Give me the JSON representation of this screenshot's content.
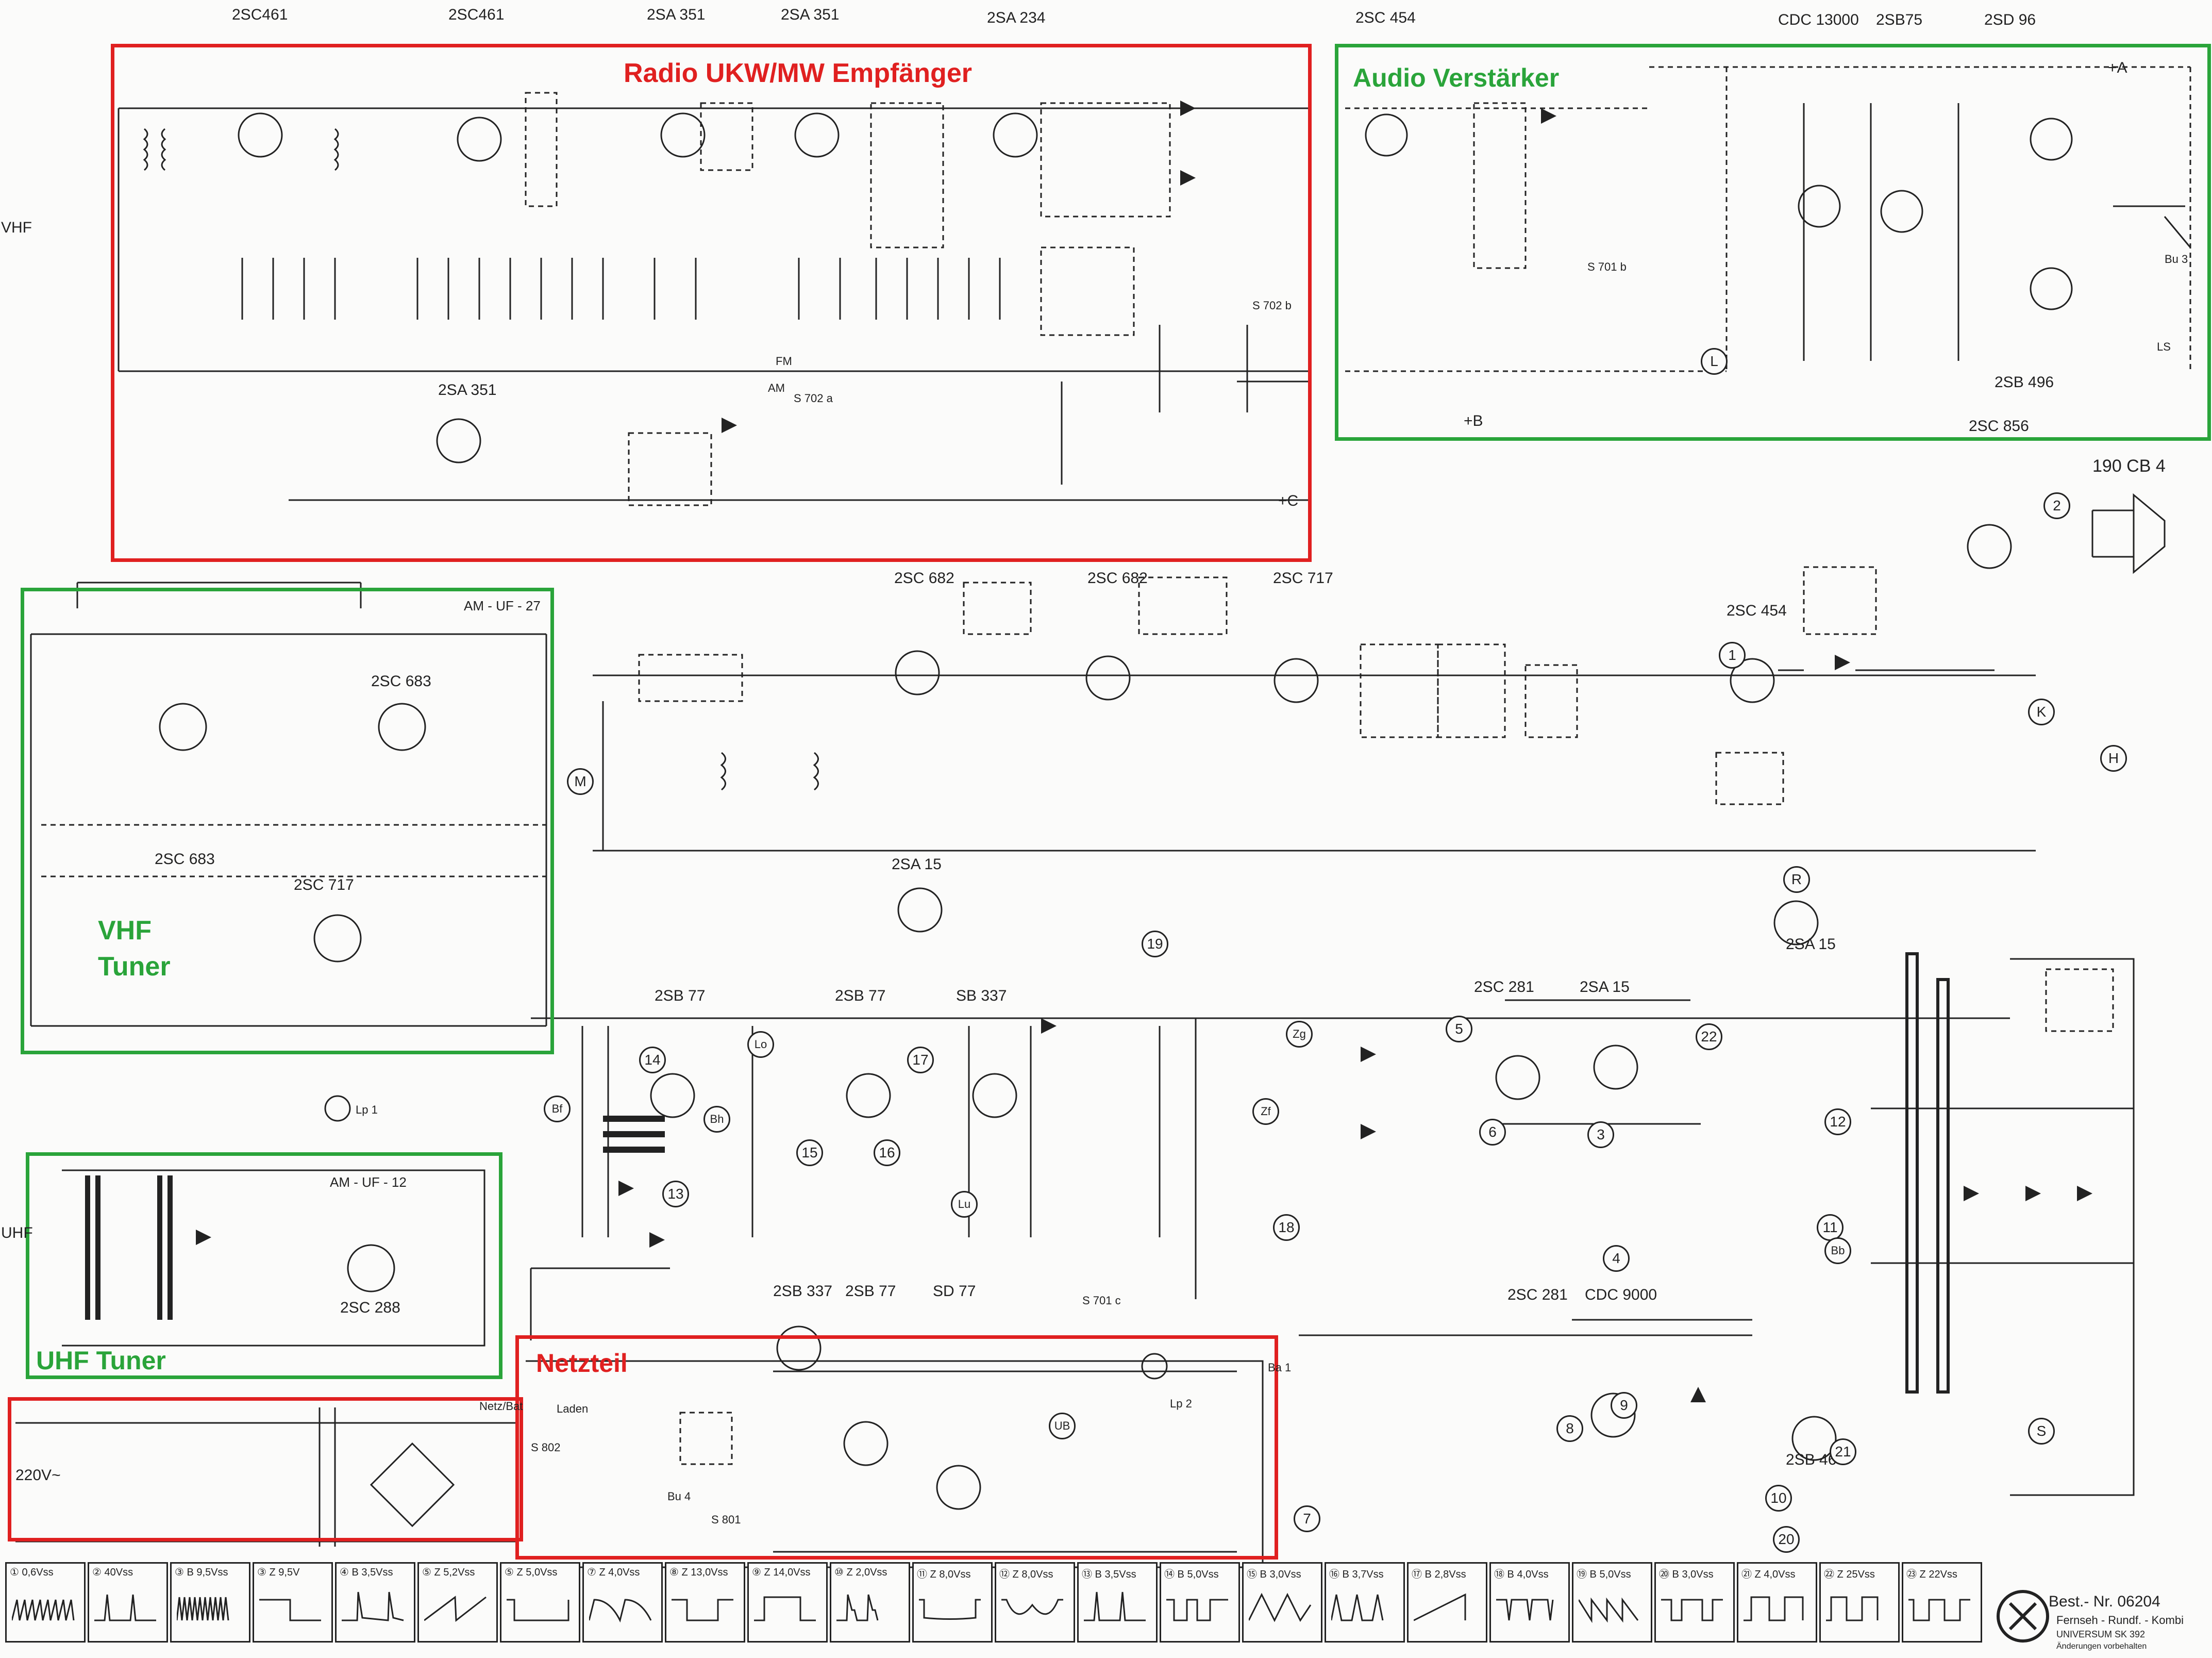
{
  "sections": {
    "radio": "Radio UKW/MW Empfänger",
    "audio": "Audio Verstärker",
    "vhf": "VHF\nTuner",
    "uhf": "UHF Tuner",
    "netzteil": "Netzteil"
  },
  "colors": {
    "red": "#e02020",
    "green": "#2aa43a",
    "ink": "#222222"
  },
  "transistors_top": [
    "2SC461",
    "2SC461",
    "2SA 351",
    "2SA 351",
    "2SA 234",
    "2SC 454",
    "CDC 13000",
    "2SB75",
    "2SD 96"
  ],
  "transistors_mid": [
    "2SA 351",
    "2SC 682",
    "2SC 682",
    "2SC 717",
    "2SC 454",
    "2SC 683",
    "2SC 683",
    "2SC 717",
    "2SA 15",
    "2SA 15"
  ],
  "transistors_low": [
    "2SB 77",
    "2SB 77",
    "SB 337",
    "2SC 281",
    "2SA 15",
    "2SC 288",
    "2SB 337",
    "2SB 77",
    "SD 77",
    "2SC 281",
    "CDC 9000",
    "2SB 468",
    "2SB 496",
    "2SC 856"
  ],
  "tuner_labels": {
    "am_uf_27": "AM - UF - 27",
    "am_uf_12": "AM - UF - 12",
    "vhf": "VHF",
    "uhf": "UHF",
    "crt": "190 CB 4"
  },
  "misc_labels": [
    "+A",
    "+B",
    "+C",
    "FM",
    "AM",
    "S 702 a",
    "S 702 b",
    "S 701 b",
    "S 701 c",
    "Lp 1",
    "Lp 2",
    "220V~",
    "Bu 3",
    "LS",
    "Ba 1",
    "Bu 4",
    "S 801",
    "S 802",
    "Laden",
    "Netz/Bat",
    "M"
  ],
  "node_numbers": [
    "1",
    "2",
    "3",
    "4",
    "5",
    "6",
    "7",
    "8",
    "9",
    "10",
    "11",
    "12",
    "13",
    "14",
    "15",
    "16",
    "17",
    "18",
    "19",
    "20",
    "21",
    "22"
  ],
  "node_letters": [
    "L",
    "K",
    "H",
    "R",
    "M",
    "Bf",
    "Bh",
    "Lo",
    "Lu",
    "Zg",
    "Zf",
    "Bb",
    "S",
    "UB"
  ],
  "waveforms": [
    "① 0,6Vss",
    "② 40Vss",
    "③ B 9,5Vss",
    "③ Z 9,5V",
    "④ B 3,5Vss",
    "⑤ Z 5,2Vss",
    "⑤ Z 5,0Vss",
    "⑦ Z 4,0Vss",
    "⑧ Z 13,0Vss",
    "⑨ Z 14,0Vss",
    "⑩ Z 2,0Vss",
    "⑪ Z 8,0Vss",
    "⑫ Z 8,0Vss",
    "⑬ B 3,5Vss",
    "⑭ B 5,0Vss",
    "⑮ B 3,0Vss",
    "⑯ B 3,7Vss",
    "⑰ B 2,8Vss",
    "⑱ B 4,0Vss",
    "⑲ B 5,0Vss",
    "⑳ B 3,0Vss",
    "㉑ Z 4,0Vss",
    "㉒ Z 25Vss",
    "㉓ Z 22Vss"
  ],
  "footer": {
    "best": "Best.- Nr.  06204",
    "subtitle": "Fernseh - Rundf. - Kombi",
    "model": "UNIVERSUM SK 392",
    "changes": "Änderungen vorbehalten"
  }
}
